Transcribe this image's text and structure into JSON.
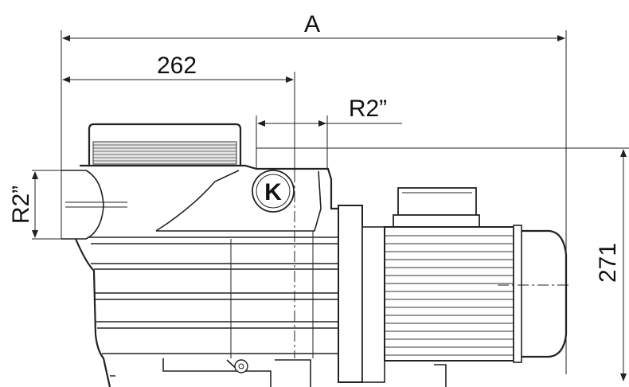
{
  "dimensions": {
    "overall_length": "A",
    "inlet_offset": "262",
    "outlet_connection": "R2”",
    "inlet_connection": "R2”",
    "height": "271"
  },
  "logo": {
    "mark": "K"
  }
}
